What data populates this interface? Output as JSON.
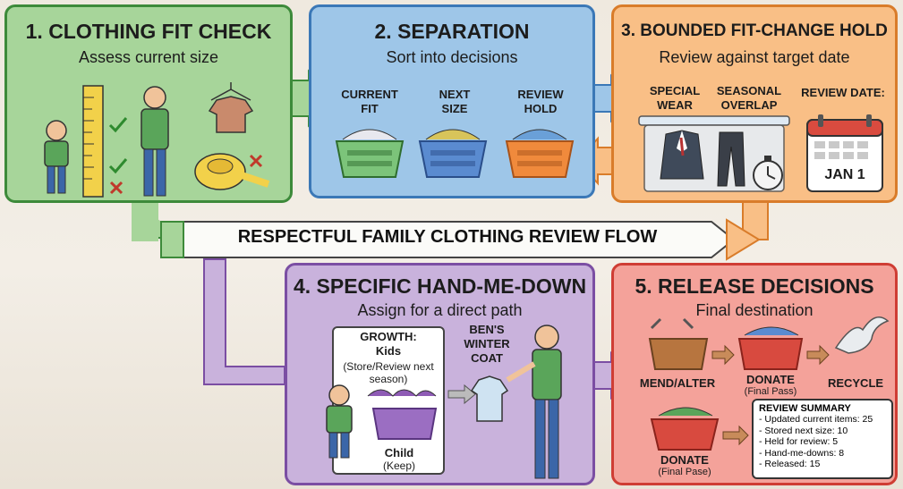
{
  "banner": "RESPECTFUL FAMILY CLOTHING  REVIEW FLOW",
  "steps": {
    "s1": {
      "title": "1. CLOTHING FIT CHECK",
      "subtitle": "Assess current size"
    },
    "s2": {
      "title": "2. SEPARATION",
      "subtitle": "Sort into decisions",
      "bins": {
        "current": "CURRENT FIT",
        "next": "NEXT SIZE",
        "review": "REVIEW HOLD"
      }
    },
    "s3": {
      "title": "3. BOUNDED FIT-CHANGE HOLD",
      "subtitle": "Review against target date",
      "special": "SPECIAL WEAR",
      "seasonal": "SEASONAL OVERLAP",
      "review_date_label": "REVIEW DATE:",
      "review_date": "JAN 1"
    },
    "s4": {
      "title": "4. SPECIFIC HAND-ME-DOWN",
      "subtitle": "Assign for a direct path",
      "growth_title": "GROWTH:",
      "growth_kids": "Kids",
      "growth_note": "(Store/Review next season)",
      "coat": "BEN'S WINTER COAT",
      "child": "Child",
      "child_note": "(Keep)"
    },
    "s5": {
      "title": "5. RELEASE DECISIONS",
      "subtitle": "Final destination",
      "mend": "MEND/ALTER",
      "donate1": "DONATE",
      "donate1_note": "(Final Pass)",
      "recycle": "RECYCLE",
      "donate2": "DONATE",
      "donate2_note": "(Final Pase)"
    }
  },
  "summary": {
    "title": "REVIEW SUMMARY",
    "items": [
      "- Updated current items: 25",
      "- Stored next size: 10",
      "- Held for review: 5",
      "- Hand-me-downs: 8",
      "- Released: 15"
    ]
  },
  "colors": {
    "green": "#a7d59a",
    "blue": "#9ec6e8",
    "orange": "#f9bf86",
    "purple": "#c9b2dc",
    "red": "#f4a29a"
  }
}
